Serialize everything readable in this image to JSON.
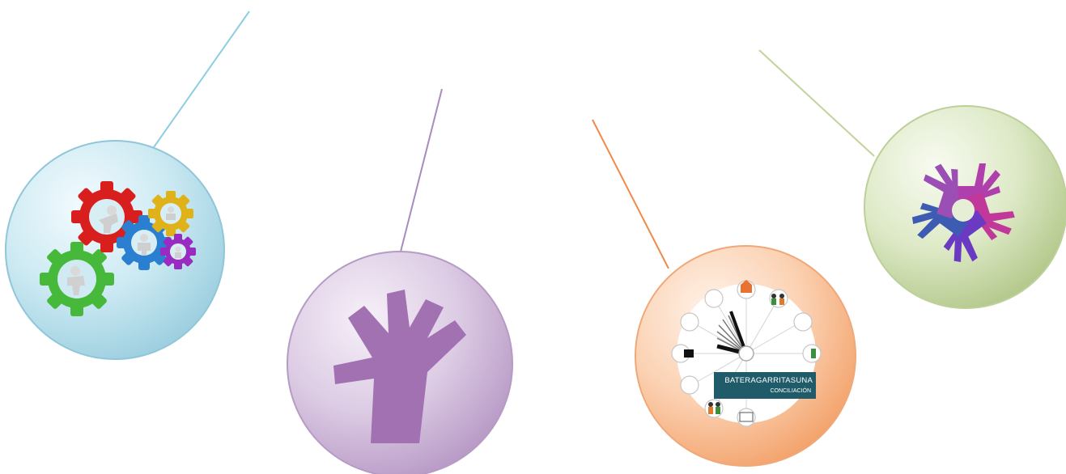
{
  "bubbles": [
    {
      "id": "teamwork",
      "icon": "gears-people-icon",
      "color": "#a6d6e5"
    },
    {
      "id": "hand",
      "icon": "hand-icon",
      "color": "#a577b3"
    },
    {
      "id": "conciliation",
      "icon": "clock-icon",
      "color": "#f4a46a",
      "banner": {
        "title": "BATERAGARRITASUNA",
        "subtitle": "CONCILIACIÓN"
      }
    },
    {
      "id": "unity",
      "icon": "hands-circle-icon",
      "color": "#b5c98a"
    }
  ]
}
